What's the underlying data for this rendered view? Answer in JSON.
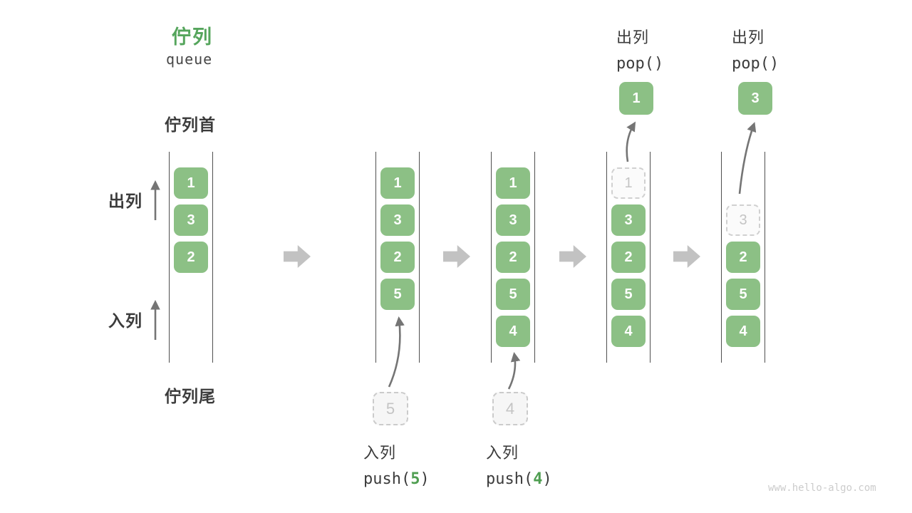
{
  "title": {
    "zh": "佇列",
    "en": "queue"
  },
  "side_labels": {
    "front": "佇列首",
    "rear": "佇列尾",
    "dequeue": "出列",
    "enqueue": "入列"
  },
  "watermark": "www.hello-algo.com",
  "colors": {
    "cell_green": "#8cc085",
    "title_green": "#55a55c",
    "accent_green": "#4f9e51",
    "ink": "#3c3c3c",
    "line_dark": "#4f4f4f",
    "thin_arrow": "#757575",
    "block_arrow": "#c2c2c2",
    "dashed_border": "#cbcbcb",
    "dashed_text": "#c4c4c4"
  },
  "states": [
    {
      "cells": [
        {
          "slot": 0,
          "value": "1",
          "variant": "solid"
        },
        {
          "slot": 1,
          "value": "3",
          "variant": "solid"
        },
        {
          "slot": 2,
          "value": "2",
          "variant": "solid"
        }
      ]
    },
    {
      "cells": [
        {
          "slot": 0,
          "value": "1",
          "variant": "solid"
        },
        {
          "slot": 1,
          "value": "3",
          "variant": "solid"
        },
        {
          "slot": 2,
          "value": "2",
          "variant": "solid"
        },
        {
          "slot": 3,
          "value": "5",
          "variant": "solid"
        }
      ],
      "pending_below": {
        "value": "5"
      },
      "operation": {
        "position": "below",
        "label": "入列",
        "code_prefix": "push(",
        "code_arg": "5",
        "code_suffix": ")"
      }
    },
    {
      "cells": [
        {
          "slot": 0,
          "value": "1",
          "variant": "solid"
        },
        {
          "slot": 1,
          "value": "3",
          "variant": "solid"
        },
        {
          "slot": 2,
          "value": "2",
          "variant": "solid"
        },
        {
          "slot": 3,
          "value": "5",
          "variant": "solid"
        },
        {
          "slot": 4,
          "value": "4",
          "variant": "solid"
        }
      ],
      "pending_below": {
        "value": "4"
      },
      "operation": {
        "position": "below",
        "label": "入列",
        "code_prefix": "push(",
        "code_arg": "4",
        "code_suffix": ")"
      }
    },
    {
      "cells": [
        {
          "slot": 0,
          "value": "1",
          "variant": "dashed"
        },
        {
          "slot": 1,
          "value": "3",
          "variant": "solid"
        },
        {
          "slot": 2,
          "value": "2",
          "variant": "solid"
        },
        {
          "slot": 3,
          "value": "5",
          "variant": "solid"
        },
        {
          "slot": 4,
          "value": "4",
          "variant": "solid"
        }
      ],
      "popped_above": {
        "value": "1"
      },
      "operation": {
        "position": "above",
        "label": "出列",
        "code_prefix": "pop(",
        "code_arg": "",
        "code_suffix": ")"
      }
    },
    {
      "cells": [
        {
          "slot": 1,
          "value": "3",
          "variant": "dashed"
        },
        {
          "slot": 2,
          "value": "2",
          "variant": "solid"
        },
        {
          "slot": 3,
          "value": "5",
          "variant": "solid"
        },
        {
          "slot": 4,
          "value": "4",
          "variant": "solid"
        }
      ],
      "popped_above": {
        "value": "3"
      },
      "operation": {
        "position": "above",
        "label": "出列",
        "code_prefix": "pop(",
        "code_arg": "",
        "code_suffix": ")"
      }
    }
  ]
}
